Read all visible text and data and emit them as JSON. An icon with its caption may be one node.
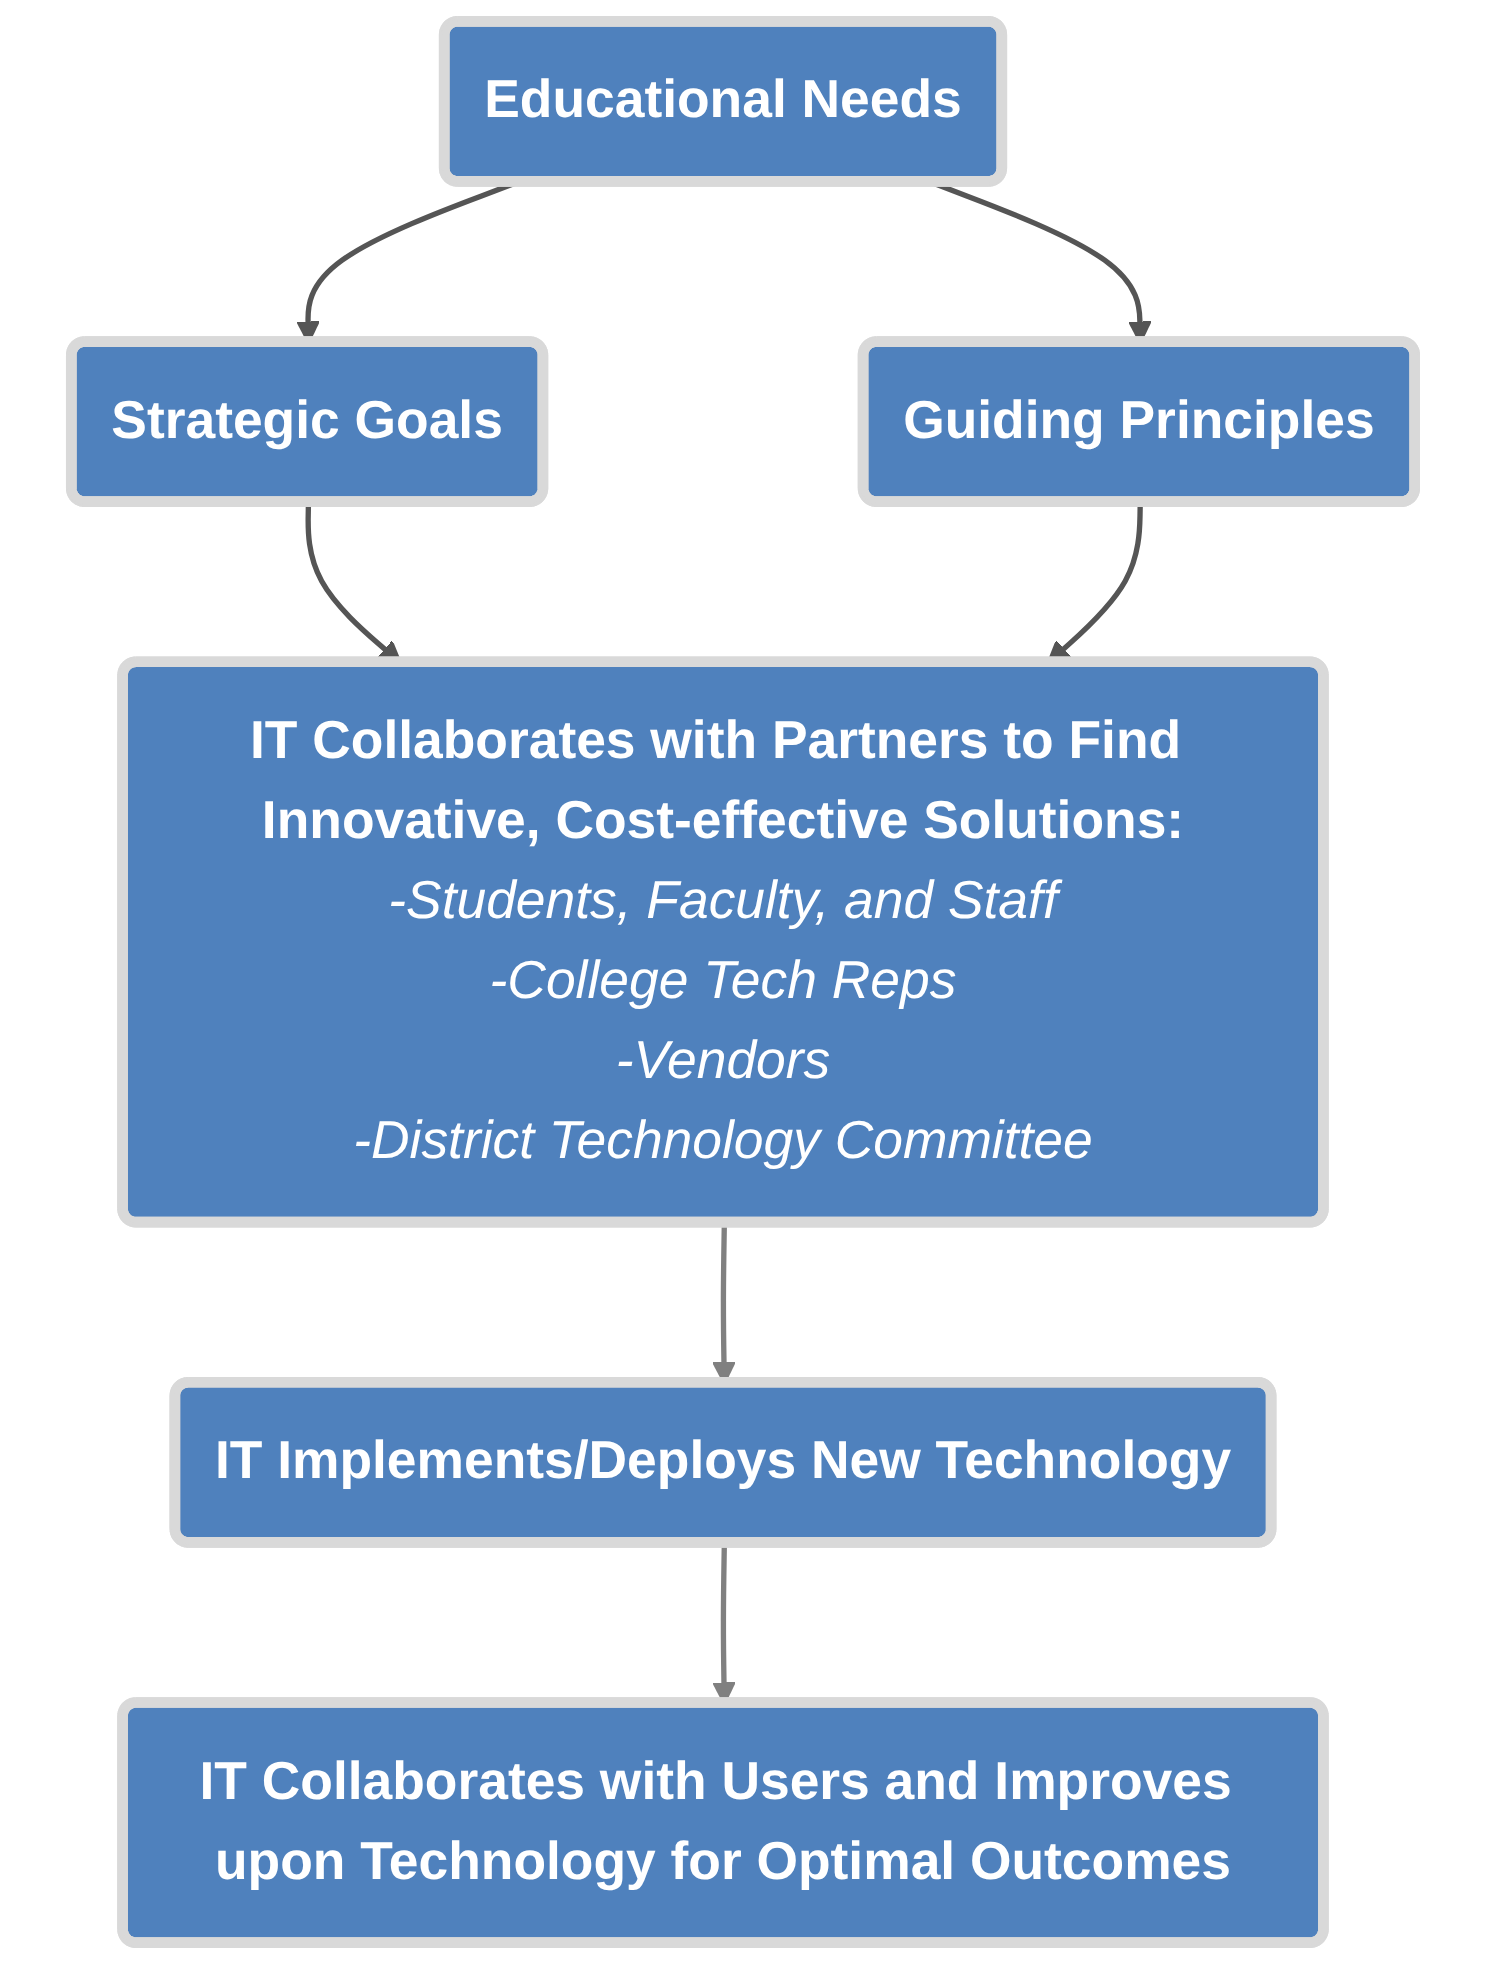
{
  "diagram": {
    "nodes": [
      {
        "text": [
          "Educational Needs"
        ]
      },
      {
        "text": [
          "Strategic Goals"
        ]
      },
      {
        "text": [
          "Guiding Principles"
        ]
      },
      {
        "text": [
          "IT Collaborates with Partners to Find Innovative, Cost-effective Solutions:",
          "-Students, Faculty, and Staff",
          "-College Tech Reps",
          "-Vendors",
          "-District Technology Committee"
        ]
      },
      {
        "text": [
          "IT Implements/Deploys New Technology"
        ]
      },
      {
        "text": [
          "IT Collaborates with Users and Improves upon Technology for Optimal Outcomes"
        ]
      }
    ],
    "edges": [
      {
        "from": 0,
        "to": 1,
        "arrow": "to"
      },
      {
        "from": 0,
        "to": 2,
        "arrow": "to"
      },
      {
        "from": 1,
        "to": 3,
        "arrow": "to"
      },
      {
        "from": 2,
        "to": 3,
        "arrow": "to"
      },
      {
        "from": 3,
        "to": 4,
        "arrow": "to",
        "color": "#808080"
      },
      {
        "from": 4,
        "to": 5,
        "arrow": "to",
        "color": "#808080"
      }
    ]
  }
}
